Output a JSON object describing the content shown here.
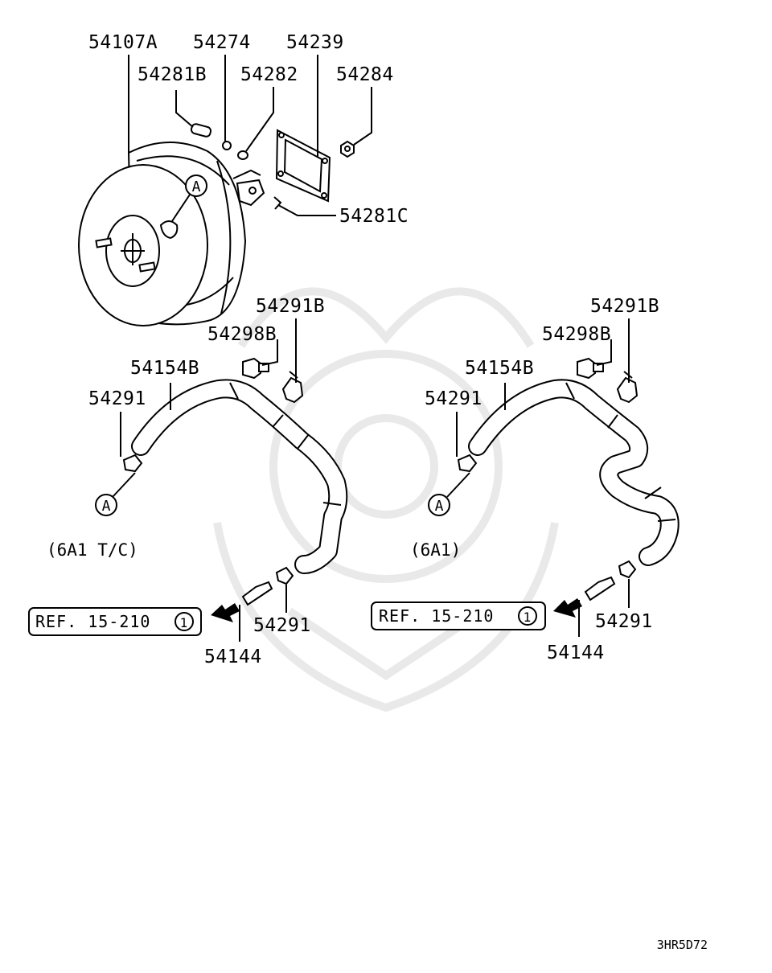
{
  "parts": {
    "p54107A": "54107A",
    "p54274": "54274",
    "p54239": "54239",
    "p54281B": "54281B",
    "p54282": "54282",
    "p54284": "54284",
    "p54281C": "54281C",
    "left": {
      "p54291B": "54291B",
      "p54298B": "54298B",
      "p54154B": "54154B",
      "p54291_top": "54291",
      "p54291_bot": "54291",
      "p54144": "54144"
    },
    "right": {
      "p54291B": "54291B",
      "p54298B": "54298B",
      "p54154B": "54154B",
      "p54291_top": "54291",
      "p54291_bot": "54291",
      "p54144": "54144"
    }
  },
  "markers": {
    "a": "A"
  },
  "captions": {
    "left": "(6A1 T/C)",
    "right": "(6A1)"
  },
  "refs": {
    "ref_text": "REF. 15-210",
    "ref_num": "1"
  },
  "diagram_code": "3HR5D72"
}
